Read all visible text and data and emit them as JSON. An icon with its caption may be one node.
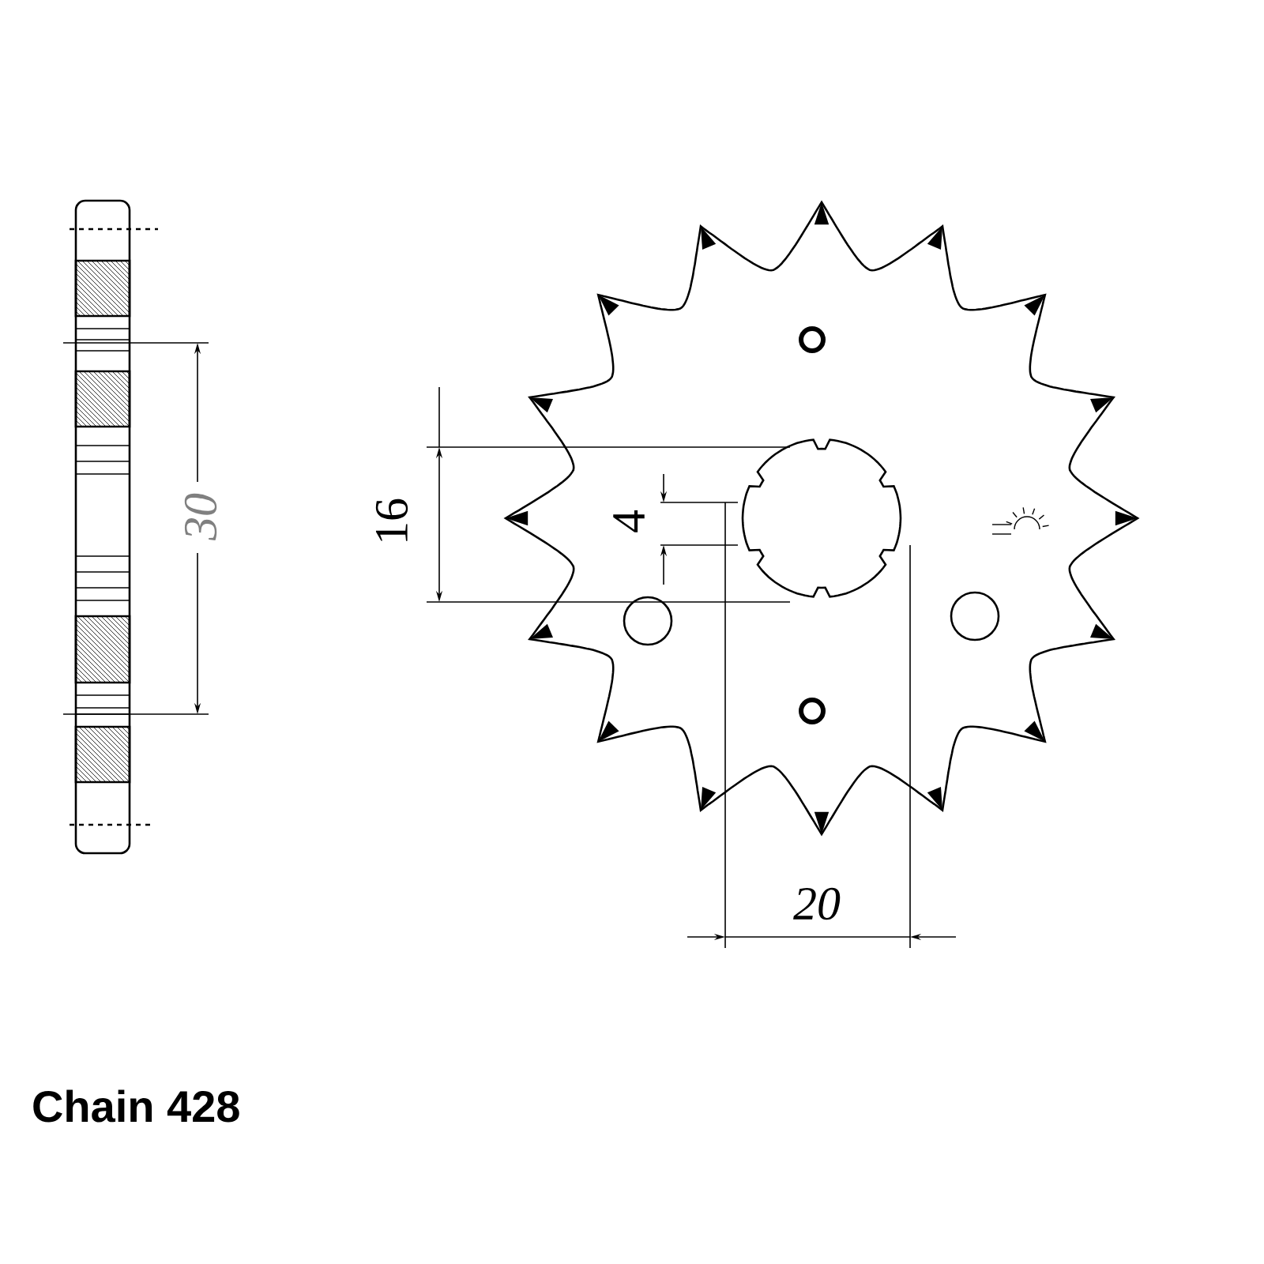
{
  "diagram": {
    "labels": [
      "30",
      "16",
      "4",
      "20",
      "Chain 428"
    ]
  }
}
